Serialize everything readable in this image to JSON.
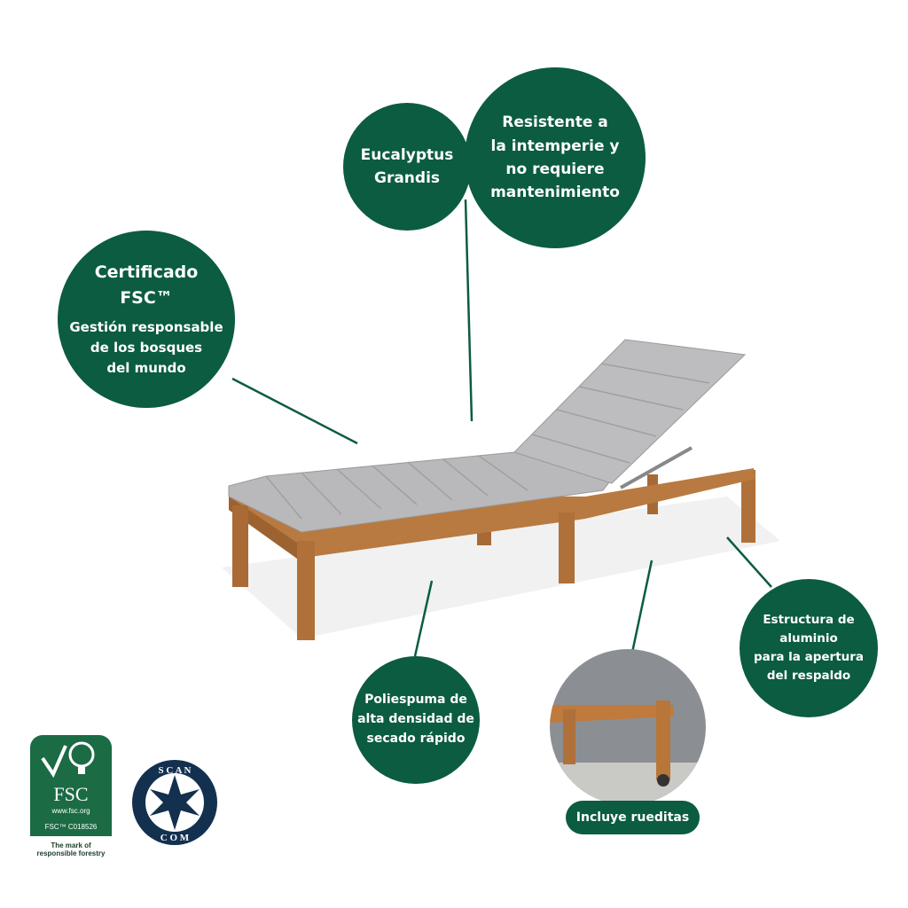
{
  "features": {
    "wood": [
      "Eucalyptus",
      "Grandis"
    ],
    "weather": [
      "Resistente a",
      "la intemperie y",
      "no requiere",
      "mantenimiento"
    ],
    "fsc_title": [
      "Certificado",
      "FSC™"
    ],
    "fsc_desc": [
      "Gestión responsable",
      "de los bosques",
      "del mundo"
    ],
    "foam": [
      "Poliespuma de",
      "alta densidad de",
      "secado rápido"
    ],
    "frame": [
      "Estructura de",
      "aluminio",
      "para la apertura",
      "del respaldo"
    ],
    "wheels": "Incluye rueditas"
  },
  "logos": {
    "fsc": {
      "name": "FSC",
      "url": "www.fsc.org",
      "code": "FSC™ C018526",
      "tagline": [
        "The mark of",
        "responsible forestry"
      ]
    },
    "scancom": "SCAN COM"
  },
  "colors": {
    "brand_green": "#0b5c40"
  }
}
